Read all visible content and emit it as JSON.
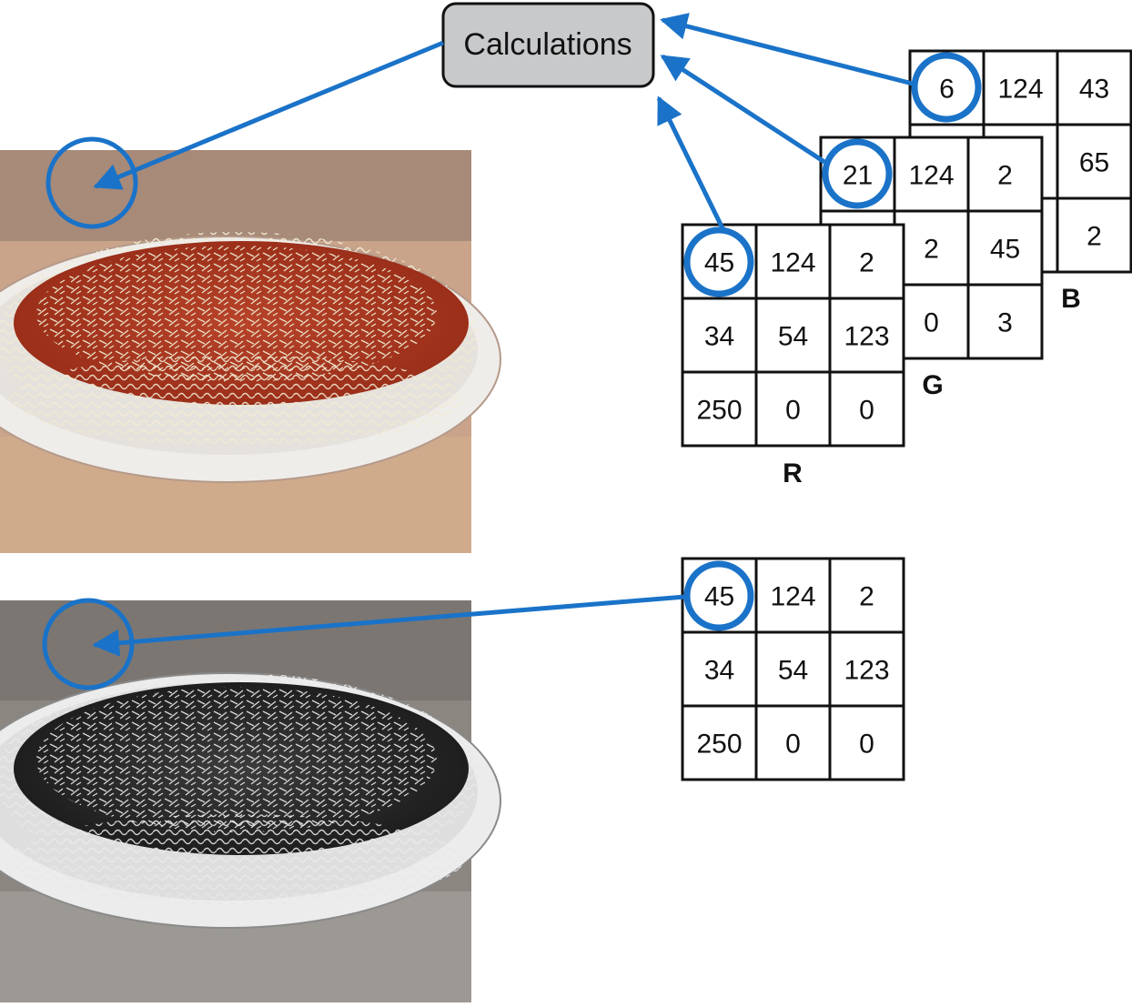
{
  "calc_box": {
    "label": "Calculations"
  },
  "colors": {
    "arrow": "#1a73c8",
    "box_fill": "#c8c9cb",
    "grid": "#111111"
  },
  "channels": {
    "B": {
      "label": "B",
      "cells": [
        [
          "6",
          "124",
          "43"
        ],
        [
          "",
          "",
          "65"
        ],
        [
          "",
          "",
          "2"
        ]
      ]
    },
    "G": {
      "label": "G",
      "cells": [
        [
          "21",
          "124",
          "2"
        ],
        [
          "",
          "2",
          "45"
        ],
        [
          "",
          "0",
          "3"
        ]
      ]
    },
    "R": {
      "label": "R",
      "cells": [
        [
          "45",
          "124",
          "2"
        ],
        [
          "34",
          "54",
          "123"
        ],
        [
          "250",
          "0",
          "0"
        ]
      ]
    }
  },
  "gray_matrix": {
    "cells": [
      [
        "45",
        "124",
        "2"
      ],
      [
        "34",
        "54",
        "123"
      ],
      [
        "250",
        "0",
        "0"
      ]
    ]
  },
  "images": {
    "color_photo": {
      "icon": "spaghetti-photo-color"
    },
    "gray_photo": {
      "icon": "spaghetti-photo-grayscale"
    }
  }
}
